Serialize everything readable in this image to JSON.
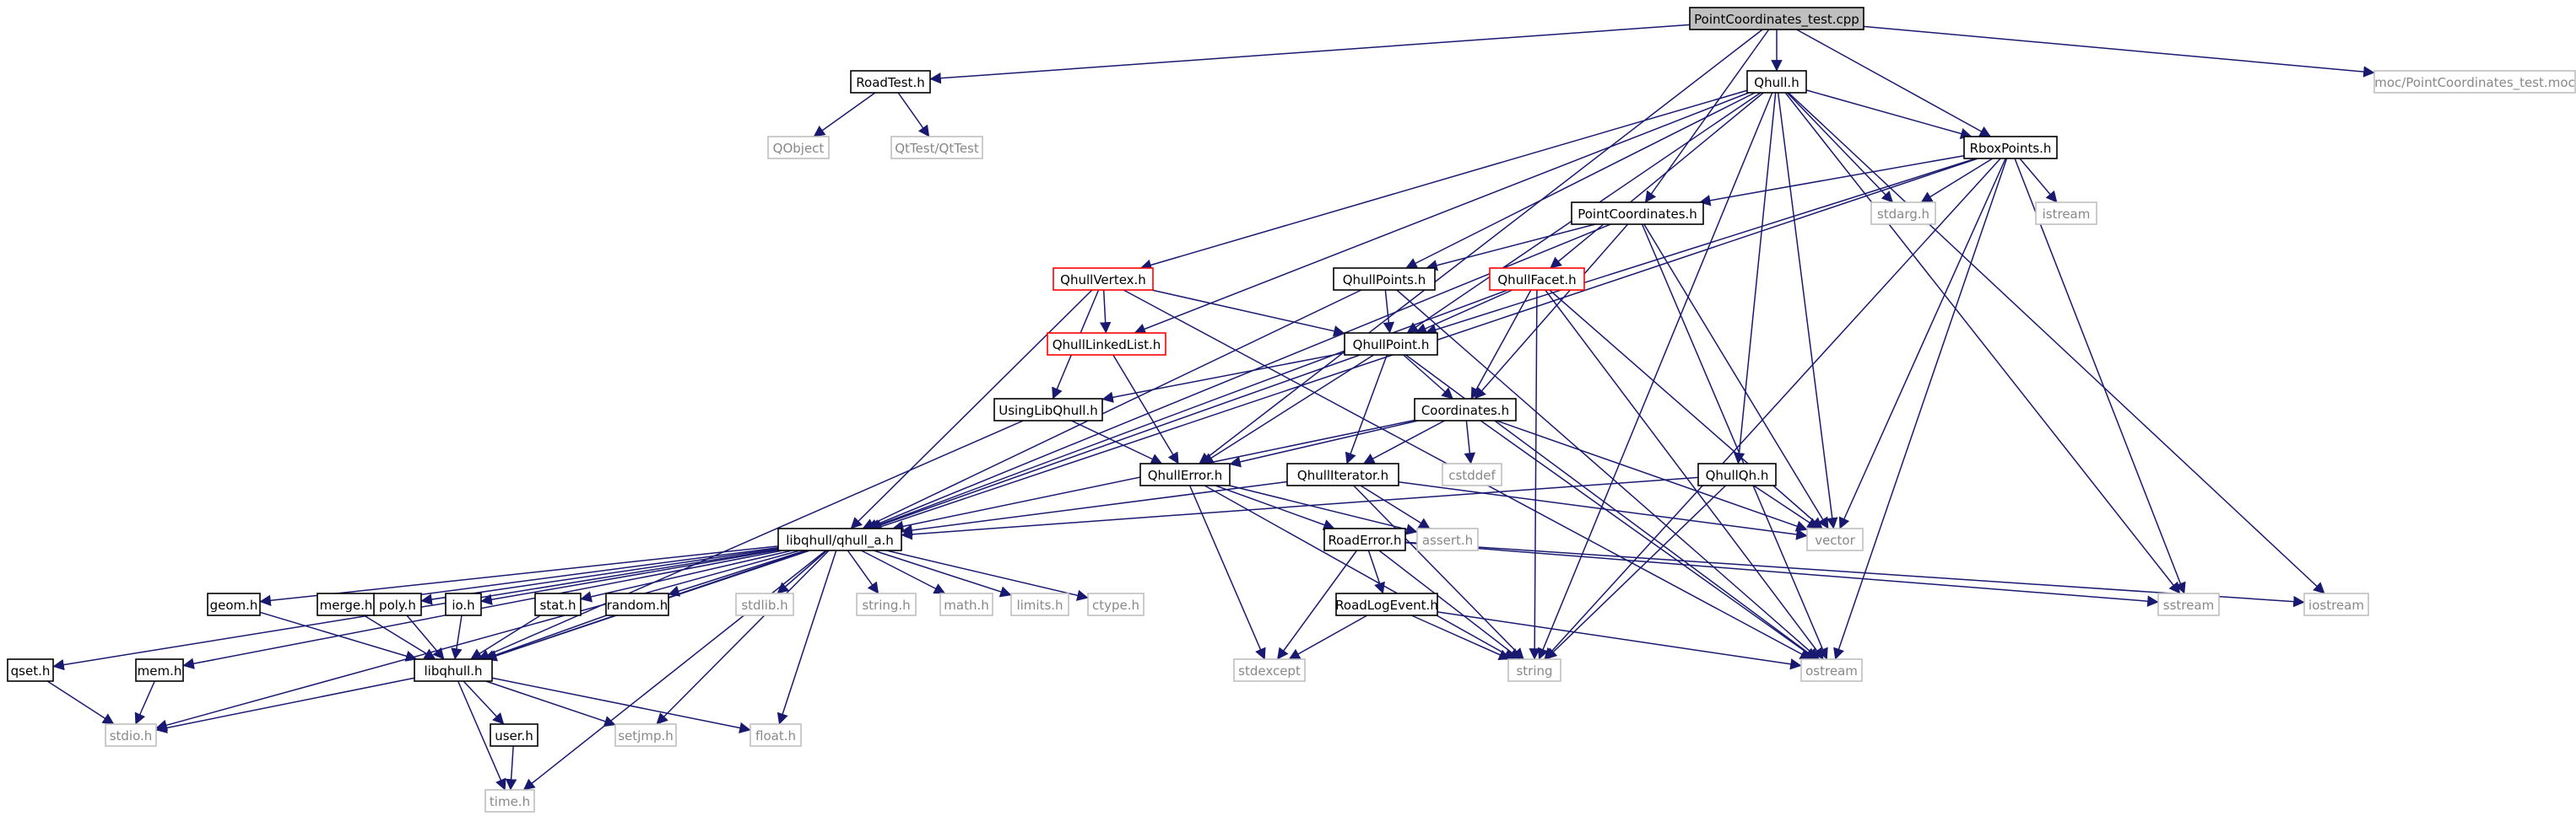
{
  "nodes": [
    {
      "id": "root",
      "label": "PointCoordinates_test.cpp",
      "kind": "root"
    },
    {
      "id": "roadtest",
      "label": "RoadTest.h",
      "kind": "file"
    },
    {
      "id": "qobject",
      "label": "QObject",
      "kind": "ext"
    },
    {
      "id": "qttest",
      "label": "QtTest/QtTest",
      "kind": "ext"
    },
    {
      "id": "qhull",
      "label": "Qhull.h",
      "kind": "file"
    },
    {
      "id": "moc",
      "label": "moc/PointCoordinates_test.moc",
      "kind": "ext"
    },
    {
      "id": "rboxpoints",
      "label": "RboxPoints.h",
      "kind": "file"
    },
    {
      "id": "pointcoords",
      "label": "PointCoordinates.h",
      "kind": "file"
    },
    {
      "id": "stdarg",
      "label": "stdarg.h",
      "kind": "ext"
    },
    {
      "id": "istream",
      "label": "istream",
      "kind": "ext"
    },
    {
      "id": "qhullvertex",
      "label": "QhullVertex.h",
      "kind": "red"
    },
    {
      "id": "qhullpoints",
      "label": "QhullPoints.h",
      "kind": "file"
    },
    {
      "id": "qhullfacet",
      "label": "QhullFacet.h",
      "kind": "red"
    },
    {
      "id": "qhulllinked",
      "label": "QhullLinkedList.h",
      "kind": "red"
    },
    {
      "id": "qhullpoint",
      "label": "QhullPoint.h",
      "kind": "file"
    },
    {
      "id": "usinglib",
      "label": "UsingLibQhull.h",
      "kind": "file"
    },
    {
      "id": "coordinates",
      "label": "Coordinates.h",
      "kind": "file"
    },
    {
      "id": "qhullerror",
      "label": "QhullError.h",
      "kind": "file"
    },
    {
      "id": "qhulliter",
      "label": "QhullIterator.h",
      "kind": "file"
    },
    {
      "id": "cstddef",
      "label": "cstddef",
      "kind": "ext"
    },
    {
      "id": "qhullqh",
      "label": "QhullQh.h",
      "kind": "file"
    },
    {
      "id": "vector",
      "label": "vector",
      "kind": "ext"
    },
    {
      "id": "libqhull_a",
      "label": "libqhull/qhull_a.h",
      "kind": "file"
    },
    {
      "id": "assert",
      "label": "assert.h",
      "kind": "ext"
    },
    {
      "id": "roaderror",
      "label": "RoadError.h",
      "kind": "file"
    },
    {
      "id": "sstream",
      "label": "sstream",
      "kind": "ext"
    },
    {
      "id": "iostream",
      "label": "iostream",
      "kind": "ext"
    },
    {
      "id": "geom",
      "label": "geom.h",
      "kind": "file"
    },
    {
      "id": "merge",
      "label": "merge.h",
      "kind": "file"
    },
    {
      "id": "poly",
      "label": "poly.h",
      "kind": "file"
    },
    {
      "id": "io",
      "label": "io.h",
      "kind": "file"
    },
    {
      "id": "stat",
      "label": "stat.h",
      "kind": "file"
    },
    {
      "id": "random",
      "label": "random.h",
      "kind": "file"
    },
    {
      "id": "stdlib",
      "label": "stdlib.h",
      "kind": "ext"
    },
    {
      "id": "string_h",
      "label": "string.h",
      "kind": "ext"
    },
    {
      "id": "math",
      "label": "math.h",
      "kind": "ext"
    },
    {
      "id": "limits",
      "label": "limits.h",
      "kind": "ext"
    },
    {
      "id": "ctype",
      "label": "ctype.h",
      "kind": "ext"
    },
    {
      "id": "roadlog",
      "label": "RoadLogEvent.h",
      "kind": "file"
    },
    {
      "id": "qset",
      "label": "qset.h",
      "kind": "file"
    },
    {
      "id": "mem",
      "label": "mem.h",
      "kind": "file"
    },
    {
      "id": "libqhull",
      "label": "libqhull.h",
      "kind": "file"
    },
    {
      "id": "stdexcept",
      "label": "stdexcept",
      "kind": "ext"
    },
    {
      "id": "string",
      "label": "string",
      "kind": "ext"
    },
    {
      "id": "ostream",
      "label": "ostream",
      "kind": "ext"
    },
    {
      "id": "user",
      "label": "user.h",
      "kind": "file"
    },
    {
      "id": "stdio",
      "label": "stdio.h",
      "kind": "ext"
    },
    {
      "id": "setjmp",
      "label": "setjmp.h",
      "kind": "ext"
    },
    {
      "id": "float",
      "label": "float.h",
      "kind": "ext"
    },
    {
      "id": "time",
      "label": "time.h",
      "kind": "ext"
    }
  ],
  "edges": [
    [
      "root",
      "roadtest"
    ],
    [
      "root",
      "qhull"
    ],
    [
      "root",
      "rboxpoints"
    ],
    [
      "root",
      "pointcoords"
    ],
    [
      "root",
      "qhullerror"
    ],
    [
      "root",
      "moc"
    ],
    [
      "roadtest",
      "qobject"
    ],
    [
      "roadtest",
      "qttest"
    ],
    [
      "qhull",
      "rboxpoints"
    ],
    [
      "qhull",
      "qhullvertex"
    ],
    [
      "qhull",
      "qhullpoints"
    ],
    [
      "qhull",
      "qhullfacet"
    ],
    [
      "qhull",
      "qhulllinked"
    ],
    [
      "qhull",
      "qhullpoint"
    ],
    [
      "qhull",
      "qhullqh"
    ],
    [
      "qhull",
      "vector"
    ],
    [
      "qhull",
      "stdarg"
    ],
    [
      "qhull",
      "string"
    ],
    [
      "qhull",
      "sstream"
    ],
    [
      "qhull",
      "iostream"
    ],
    [
      "rboxpoints",
      "pointcoords"
    ],
    [
      "rboxpoints",
      "qhullpoint"
    ],
    [
      "rboxpoints",
      "stdarg"
    ],
    [
      "rboxpoints",
      "istream"
    ],
    [
      "rboxpoints",
      "vector"
    ],
    [
      "rboxpoints",
      "sstream"
    ],
    [
      "rboxpoints",
      "ostream"
    ],
    [
      "rboxpoints",
      "string"
    ],
    [
      "rboxpoints",
      "libqhull"
    ],
    [
      "pointcoords",
      "qhullpoints"
    ],
    [
      "pointcoords",
      "coordinates"
    ],
    [
      "pointcoords",
      "vector"
    ],
    [
      "pointcoords",
      "ostream"
    ],
    [
      "pointcoords",
      "libqhull_a"
    ],
    [
      "qhullvertex",
      "qhulllinked"
    ],
    [
      "qhullvertex",
      "qhullpoint"
    ],
    [
      "qhullvertex",
      "usinglib"
    ],
    [
      "qhullvertex",
      "libqhull_a"
    ],
    [
      "qhullvertex",
      "ostream"
    ],
    [
      "qhullpoints",
      "qhullpoint"
    ],
    [
      "qhullpoints",
      "libqhull_a"
    ],
    [
      "qhullpoints",
      "ostream"
    ],
    [
      "qhullfacet",
      "qhullpoint"
    ],
    [
      "qhullfacet",
      "coordinates"
    ],
    [
      "qhullfacet",
      "libqhull_a"
    ],
    [
      "qhullfacet",
      "string"
    ],
    [
      "qhullfacet",
      "vector"
    ],
    [
      "qhullfacet",
      "ostream"
    ],
    [
      "qhulllinked",
      "qhullerror"
    ],
    [
      "qhullpoint",
      "usinglib"
    ],
    [
      "qhullpoint",
      "coordinates"
    ],
    [
      "qhullpoint",
      "qhullerror"
    ],
    [
      "qhullpoint",
      "qhulliter"
    ],
    [
      "qhullpoint",
      "libqhull_a"
    ],
    [
      "qhullpoint",
      "ostream"
    ],
    [
      "usinglib",
      "qhullerror"
    ],
    [
      "usinglib",
      "libqhull"
    ],
    [
      "coordinates",
      "qhullerror"
    ],
    [
      "coordinates",
      "qhulliter"
    ],
    [
      "coordinates",
      "cstddef"
    ],
    [
      "coordinates",
      "vector"
    ],
    [
      "coordinates",
      "ostream"
    ],
    [
      "coordinates",
      "libqhull_a"
    ],
    [
      "qhullerror",
      "roaderror"
    ],
    [
      "qhullerror",
      "stdexcept"
    ],
    [
      "qhullerror",
      "string"
    ],
    [
      "qhullerror",
      "assert"
    ],
    [
      "qhulliter",
      "assert"
    ],
    [
      "qhulliter",
      "string"
    ],
    [
      "qhulliter",
      "vector"
    ],
    [
      "qhulliter",
      "libqhull_a"
    ],
    [
      "qhullqh",
      "libqhull_a"
    ],
    [
      "qhullqh",
      "string"
    ],
    [
      "qhullqh",
      "vector"
    ],
    [
      "roaderror",
      "roadlog"
    ],
    [
      "roaderror",
      "stdexcept"
    ],
    [
      "roaderror",
      "string"
    ],
    [
      "roaderror",
      "sstream"
    ],
    [
      "roaderror",
      "iostream"
    ],
    [
      "roadlog",
      "stdexcept"
    ],
    [
      "roadlog",
      "string"
    ],
    [
      "roadlog",
      "ostream"
    ],
    [
      "libqhull_a",
      "qset"
    ],
    [
      "libqhull_a",
      "mem"
    ],
    [
      "libqhull_a",
      "stdio"
    ],
    [
      "libqhull_a",
      "geom"
    ],
    [
      "libqhull_a",
      "merge"
    ],
    [
      "libqhull_a",
      "poly"
    ],
    [
      "libqhull_a",
      "io"
    ],
    [
      "libqhull_a",
      "stat"
    ],
    [
      "libqhull_a",
      "random"
    ],
    [
      "libqhull_a",
      "libqhull"
    ],
    [
      "libqhull_a",
      "setjmp"
    ],
    [
      "libqhull_a",
      "stdlib"
    ],
    [
      "libqhull_a",
      "string_h"
    ],
    [
      "libqhull_a",
      "math"
    ],
    [
      "libqhull_a",
      "limits"
    ],
    [
      "libqhull_a",
      "ctype"
    ],
    [
      "libqhull_a",
      "float"
    ],
    [
      "libqhull_a",
      "time"
    ],
    [
      "geom",
      "libqhull"
    ],
    [
      "merge",
      "libqhull"
    ],
    [
      "poly",
      "libqhull"
    ],
    [
      "io",
      "libqhull"
    ],
    [
      "stat",
      "libqhull"
    ],
    [
      "random",
      "libqhull"
    ],
    [
      "qset",
      "stdio"
    ],
    [
      "mem",
      "stdio"
    ],
    [
      "libqhull",
      "user"
    ],
    [
      "libqhull",
      "stdio"
    ],
    [
      "libqhull",
      "setjmp"
    ],
    [
      "libqhull",
      "float"
    ],
    [
      "libqhull",
      "time"
    ],
    [
      "user",
      "time"
    ]
  ],
  "colors": {
    "edge": "#191970",
    "root_fill": "#bfbfbf",
    "node_border": "#000000",
    "incomplete_border": "#ff0000",
    "external_border": "#bfbfbf"
  }
}
